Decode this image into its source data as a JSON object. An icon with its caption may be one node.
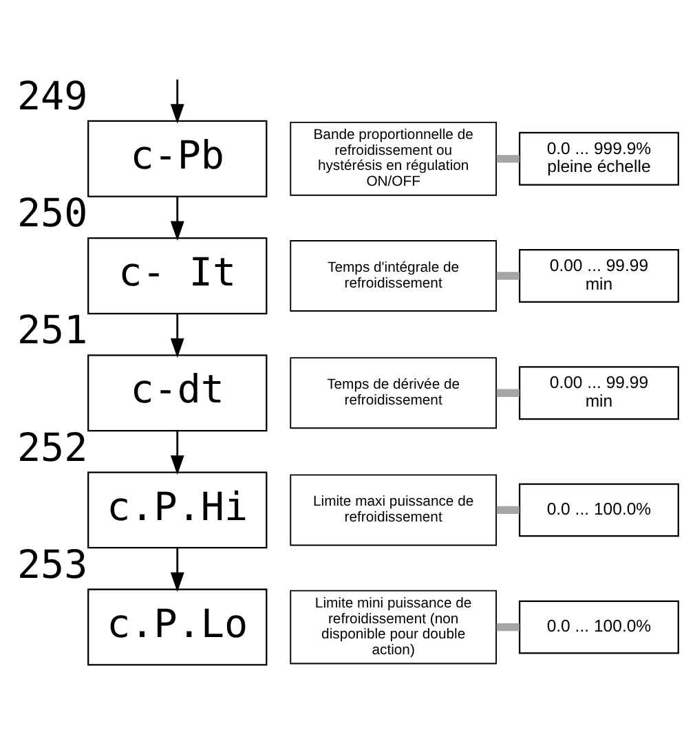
{
  "diagram": {
    "nodes": [
      {
        "text": [
          "c-Pb"
        ],
        "beside": [
          "249"
        ]
      },
      {
        "text": [
          "Bande proportionnelle de refroidissement ou hystérésis en régulation ON/OFF"
        ]
      },
      {
        "text": [
          "0.0 ... 999.9% pleine échelle"
        ]
      },
      {
        "text": [
          "c- It"
        ],
        "beside": [
          "250"
        ]
      },
      {
        "text": [
          "Temps d'intégrale de refroidissement"
        ]
      },
      {
        "text": [
          "0.00 ... 99.99 min"
        ]
      },
      {
        "text": [
          "c-dt"
        ],
        "beside": [
          "251"
        ]
      },
      {
        "text": [
          "Temps de dérivée de refroidissement"
        ]
      },
      {
        "text": [
          "0.00 ... 99.99 min"
        ]
      },
      {
        "text": [
          "c.P.Hi"
        ],
        "beside": [
          "252"
        ]
      },
      {
        "text": [
          "Limite maxi puissance de refroidissement"
        ]
      },
      {
        "text": [
          "0.0 ... 100.0%"
        ]
      },
      {
        "text": [
          "c.P.Lo"
        ],
        "beside": [
          "253"
        ]
      },
      {
        "text": [
          "Limite mini puissance de refroidissement (non disponible pour double action)"
        ]
      },
      {
        "text": [
          "0.0 ... 100.0%"
        ]
      }
    ],
    "edges": [
      {
        "from": null,
        "to": 0,
        "arrow": "to"
      },
      {
        "from": 0,
        "to": 3,
        "arrow": "to"
      },
      {
        "from": 3,
        "to": 6,
        "arrow": "to"
      },
      {
        "from": 6,
        "to": 9,
        "arrow": "to"
      },
      {
        "from": 9,
        "to": 12,
        "arrow": "to"
      },
      {
        "from": 1,
        "to": 2,
        "arrow": "none",
        "style": "thick",
        "color": "#a6a6a6"
      },
      {
        "from": 4,
        "to": 5,
        "arrow": "none",
        "style": "thick",
        "color": "#a6a6a6"
      },
      {
        "from": 7,
        "to": 8,
        "arrow": "none",
        "style": "thick",
        "color": "#a6a6a6"
      },
      {
        "from": 10,
        "to": 11,
        "arrow": "none",
        "style": "thick",
        "color": "#a6a6a6"
      },
      {
        "from": 13,
        "to": 14,
        "arrow": "none",
        "style": "thick",
        "color": "#a6a6a6"
      }
    ]
  }
}
